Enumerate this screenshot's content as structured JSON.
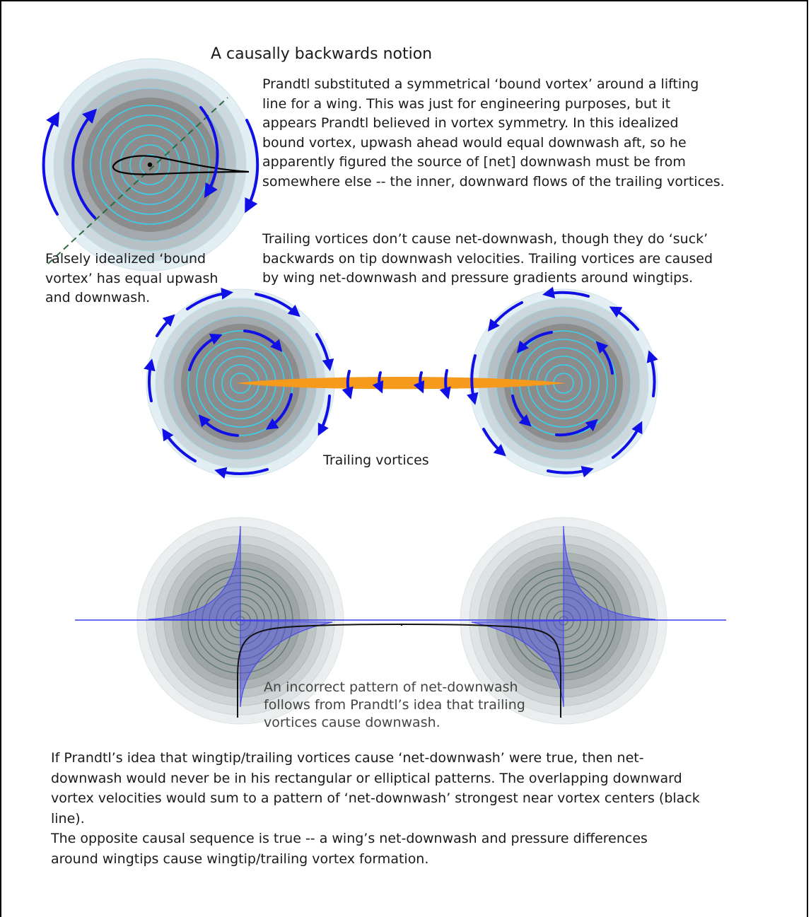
{
  "title": "A causally backwards notion",
  "paragraph_bound_vortex": "Prandtl substituted a symmetrical ‘bound vortex’ around a lifting\nline for a wing. This was just for engineering purposes, but it\nappears Prandtl believed in vortex symmetry. In this idealized\nbound vortex, upwash ahead would equal downwash aft, so he\napparently figured the source of [net] downwash must be from\nsomewhere else -- the inner, downward flows of the trailing vortices.",
  "paragraph_trailing": "Trailing vortices don’t cause net-downwash, though they do ‘suck’\nbackwards on tip downwash velocities. Trailing vortices are caused\nby wing net-downwash and pressure gradients around wingtips.",
  "bound_vortex_caption": "Falsely idealized ‘bound\nvortex’ has equal upwash\nand downwash.",
  "trailing_vortices_caption": "Trailing vortices",
  "incorrect_pattern_caption": "An incorrect pattern of net-downwash\nfollows from Prandtl’s idea that trailing\nvortices cause downwash.",
  "conclusion": "If Prandtl’s idea that wingtip/trailing vortices cause ‘net-downwash’ were true, then net-\ndownwash would never be in his rectangular or elliptical patterns. The overlapping downward\nvortex velocities would sum to a pattern of ‘net-downwash’ strongest near vortex centers (black\nline).\nThe opposite causal sequence is true -- a wing’s net-downwash and pressure differences\naround wingtips cause wingtip/trailing vortex formation.",
  "colors": {
    "vortex_gray": "#8c8c8c",
    "vortex_ring_cyan": "#35d2f0",
    "flow_arrow_blue": "#1010e6",
    "wing_orange": "#f59a1c",
    "velocity_profile_blue": "#4b4bea",
    "dashed_axis_green": "#2d6a3f"
  }
}
